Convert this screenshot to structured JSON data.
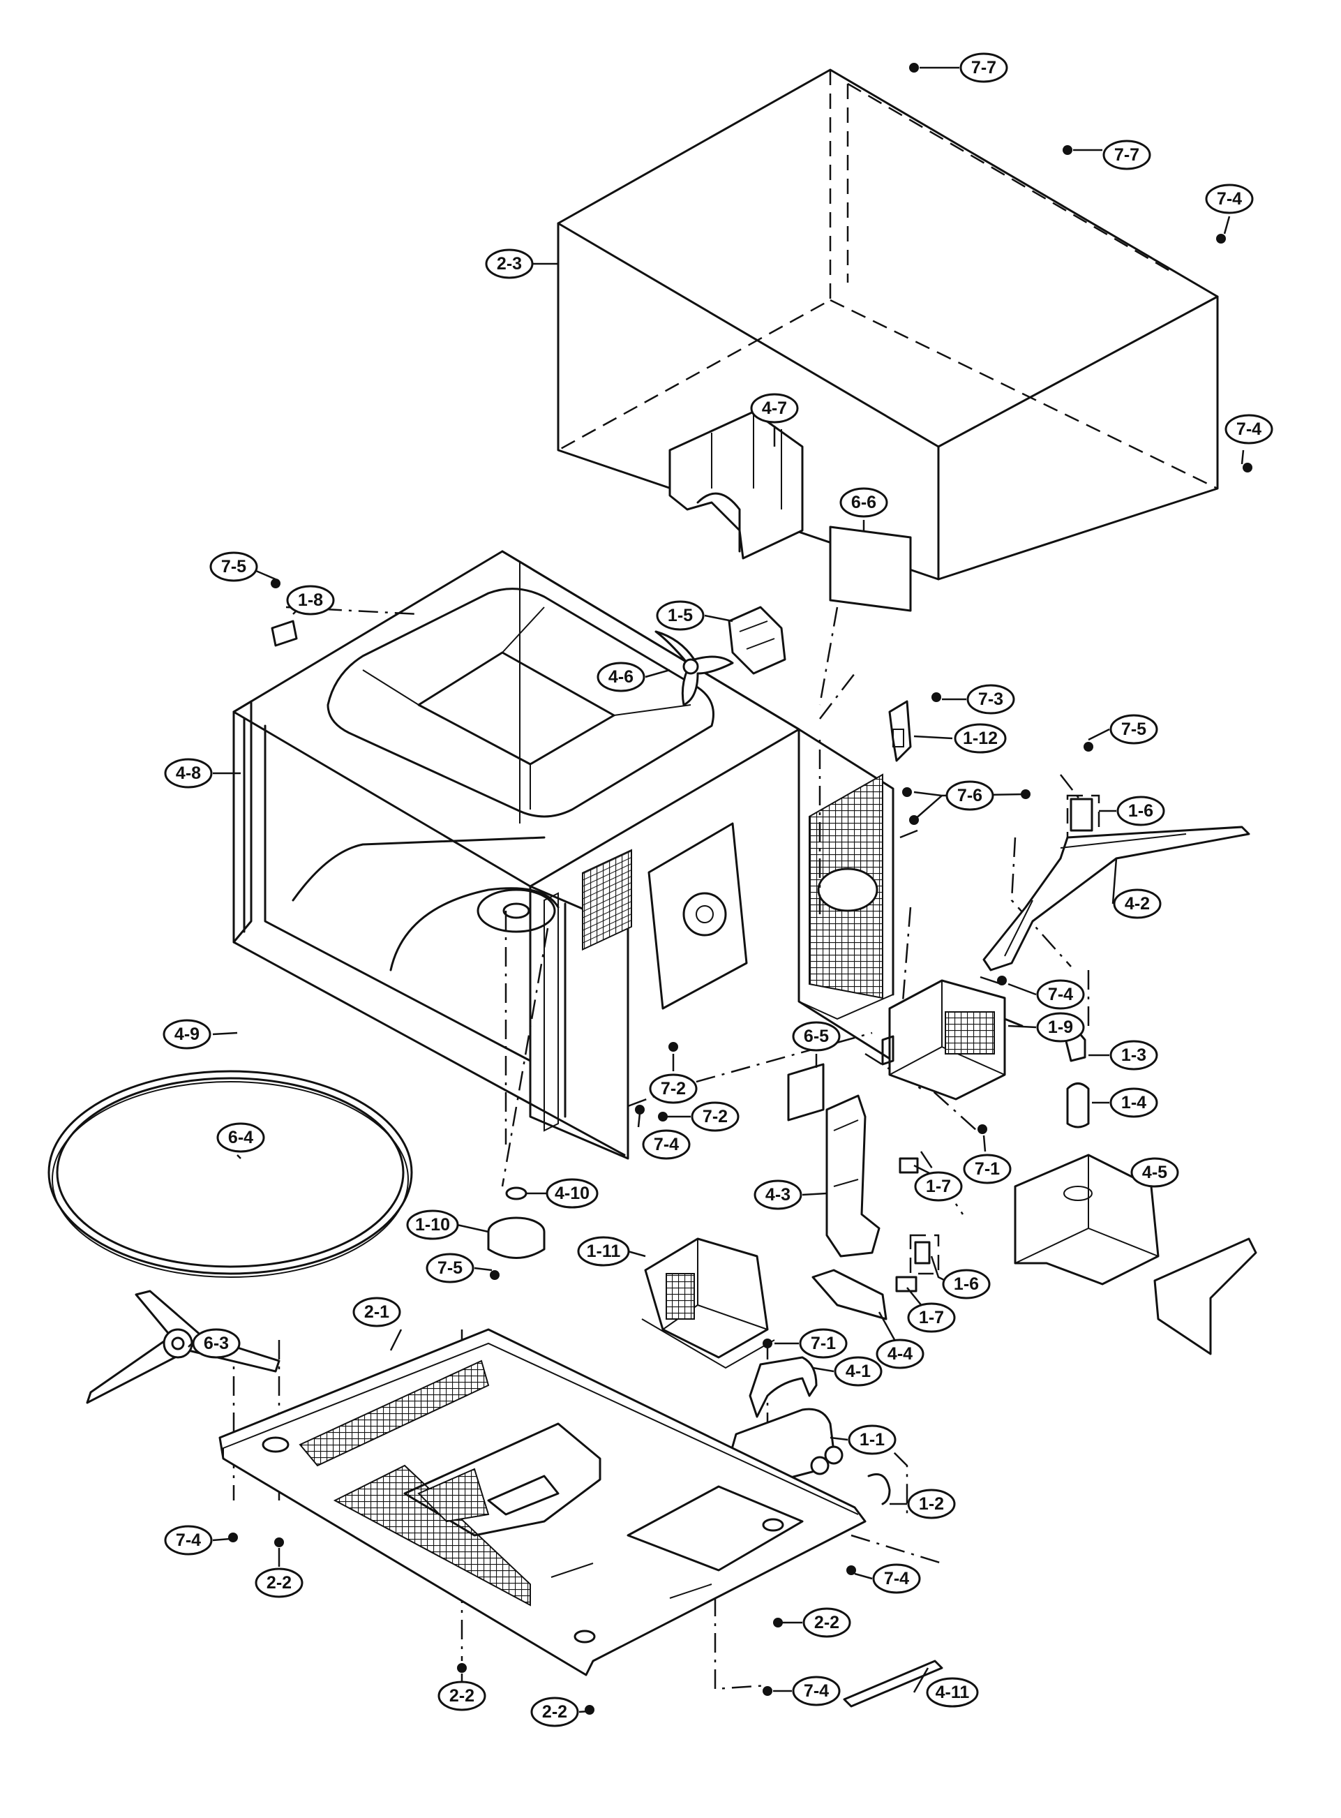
{
  "diagram": {
    "callouts": [
      {
        "id": "c-7-7-a",
        "label": "7-7"
      },
      {
        "id": "c-7-7-b",
        "label": "7-7"
      },
      {
        "id": "c-7-4-a",
        "label": "7-4"
      },
      {
        "id": "c-2-3",
        "label": "2-3"
      },
      {
        "id": "c-7-4-b",
        "label": "7-4"
      },
      {
        "id": "c-4-7",
        "label": "4-7"
      },
      {
        "id": "c-6-6",
        "label": "6-6"
      },
      {
        "id": "c-7-5-a",
        "label": "7-5"
      },
      {
        "id": "c-1-8",
        "label": "1-8"
      },
      {
        "id": "c-1-5",
        "label": "1-5"
      },
      {
        "id": "c-4-6",
        "label": "4-6"
      },
      {
        "id": "c-7-3",
        "label": "7-3"
      },
      {
        "id": "c-1-12",
        "label": "1-12"
      },
      {
        "id": "c-7-5-b",
        "label": "7-5"
      },
      {
        "id": "c-1-6-a",
        "label": "1-6"
      },
      {
        "id": "c-4-8",
        "label": "4-8"
      },
      {
        "id": "c-7-6",
        "label": "7-6"
      },
      {
        "id": "c-4-2",
        "label": "4-2"
      },
      {
        "id": "c-7-4-c",
        "label": "7-4"
      },
      {
        "id": "c-4-9",
        "label": "4-9"
      },
      {
        "id": "c-1-9",
        "label": "1-9"
      },
      {
        "id": "c-1-3",
        "label": "1-3"
      },
      {
        "id": "c-6-5",
        "label": "6-5"
      },
      {
        "id": "c-7-2-a",
        "label": "7-2"
      },
      {
        "id": "c-1-4",
        "label": "1-4"
      },
      {
        "id": "c-6-4",
        "label": "6-4"
      },
      {
        "id": "c-7-2-b",
        "label": "7-2"
      },
      {
        "id": "c-7-4-d",
        "label": "7-4"
      },
      {
        "id": "c-7-1-a",
        "label": "7-1"
      },
      {
        "id": "c-1-7-a",
        "label": "1-7"
      },
      {
        "id": "c-4-5",
        "label": "4-5"
      },
      {
        "id": "c-4-3",
        "label": "4-3"
      },
      {
        "id": "c-4-10",
        "label": "4-10"
      },
      {
        "id": "c-1-10",
        "label": "1-10"
      },
      {
        "id": "c-1-11",
        "label": "1-11"
      },
      {
        "id": "c-7-5-c",
        "label": "7-5"
      },
      {
        "id": "c-1-6-b",
        "label": "1-6"
      },
      {
        "id": "c-1-7-b",
        "label": "1-7"
      },
      {
        "id": "c-2-1",
        "label": "2-1"
      },
      {
        "id": "c-6-3",
        "label": "6-3"
      },
      {
        "id": "c-4-4",
        "label": "4-4"
      },
      {
        "id": "c-7-1-b",
        "label": "7-1"
      },
      {
        "id": "c-4-1",
        "label": "4-1"
      },
      {
        "id": "c-1-1",
        "label": "1-1"
      },
      {
        "id": "c-1-2",
        "label": "1-2"
      },
      {
        "id": "c-7-4-e",
        "label": "7-4"
      },
      {
        "id": "c-7-4-f",
        "label": "7-4"
      },
      {
        "id": "c-2-2-a",
        "label": "2-2"
      },
      {
        "id": "c-2-2-b",
        "label": "2-2"
      },
      {
        "id": "c-2-2-c",
        "label": "2-2"
      },
      {
        "id": "c-2-2-d",
        "label": "2-2"
      },
      {
        "id": "c-7-4-g",
        "label": "7-4"
      },
      {
        "id": "c-4-11",
        "label": "4-11"
      }
    ]
  }
}
